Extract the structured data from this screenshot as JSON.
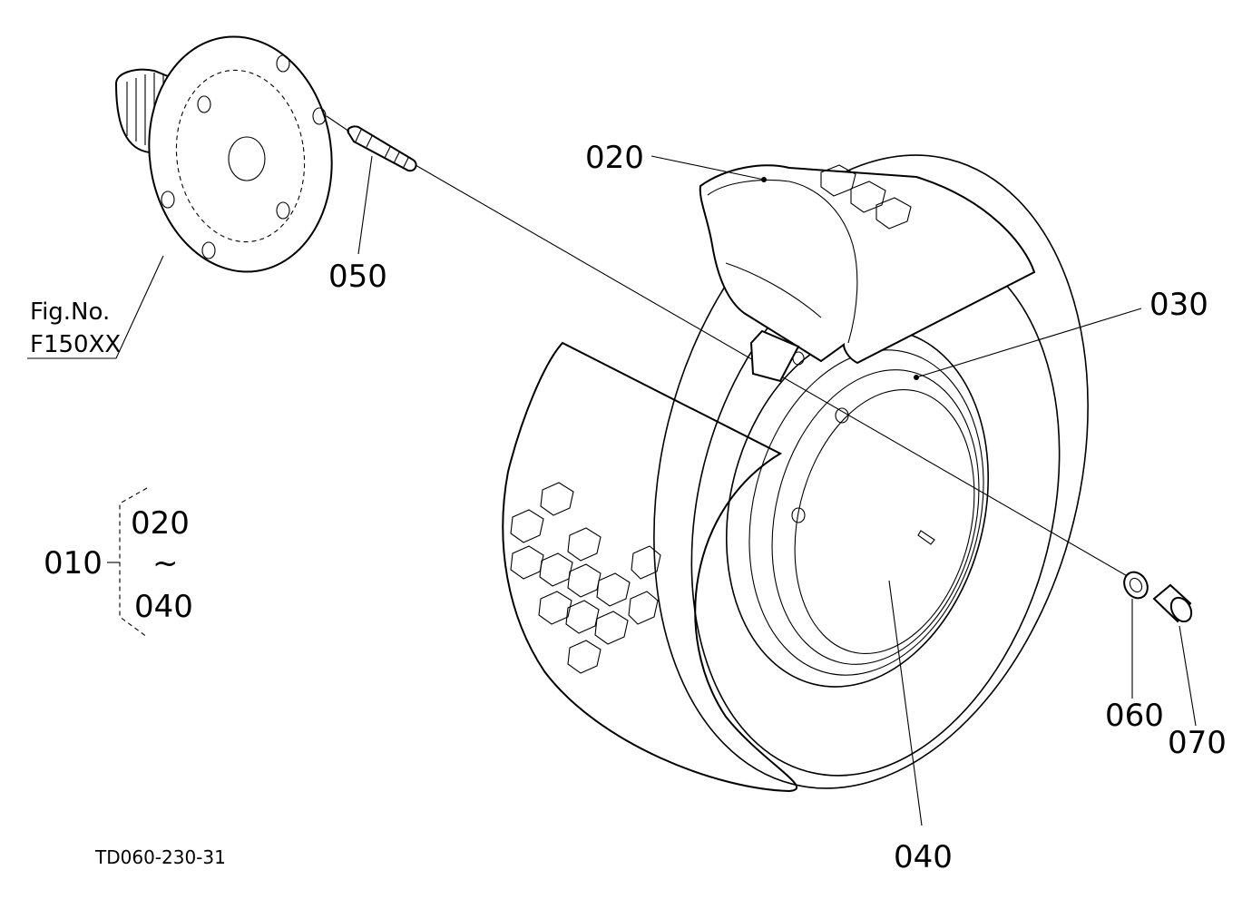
{
  "figure_ref": {
    "line1": "Fig.No.",
    "line2": "F150XX"
  },
  "drawing_code": "TD060-230-31",
  "callouts": {
    "p010": "010",
    "p020": "020",
    "p030": "030",
    "p040": "040",
    "p050": "050",
    "p060": "060",
    "p070": "070"
  },
  "assembly_group": {
    "from": "020",
    "tilde": "~",
    "to": "040"
  }
}
